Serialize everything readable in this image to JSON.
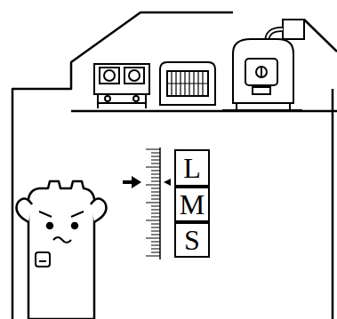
{
  "diagram": {
    "nodes": [
      {
        "text": [
          "L"
        ]
      },
      {
        "text": [
          "M"
        ]
      },
      {
        "text": [
          "S"
        ]
      }
    ]
  }
}
